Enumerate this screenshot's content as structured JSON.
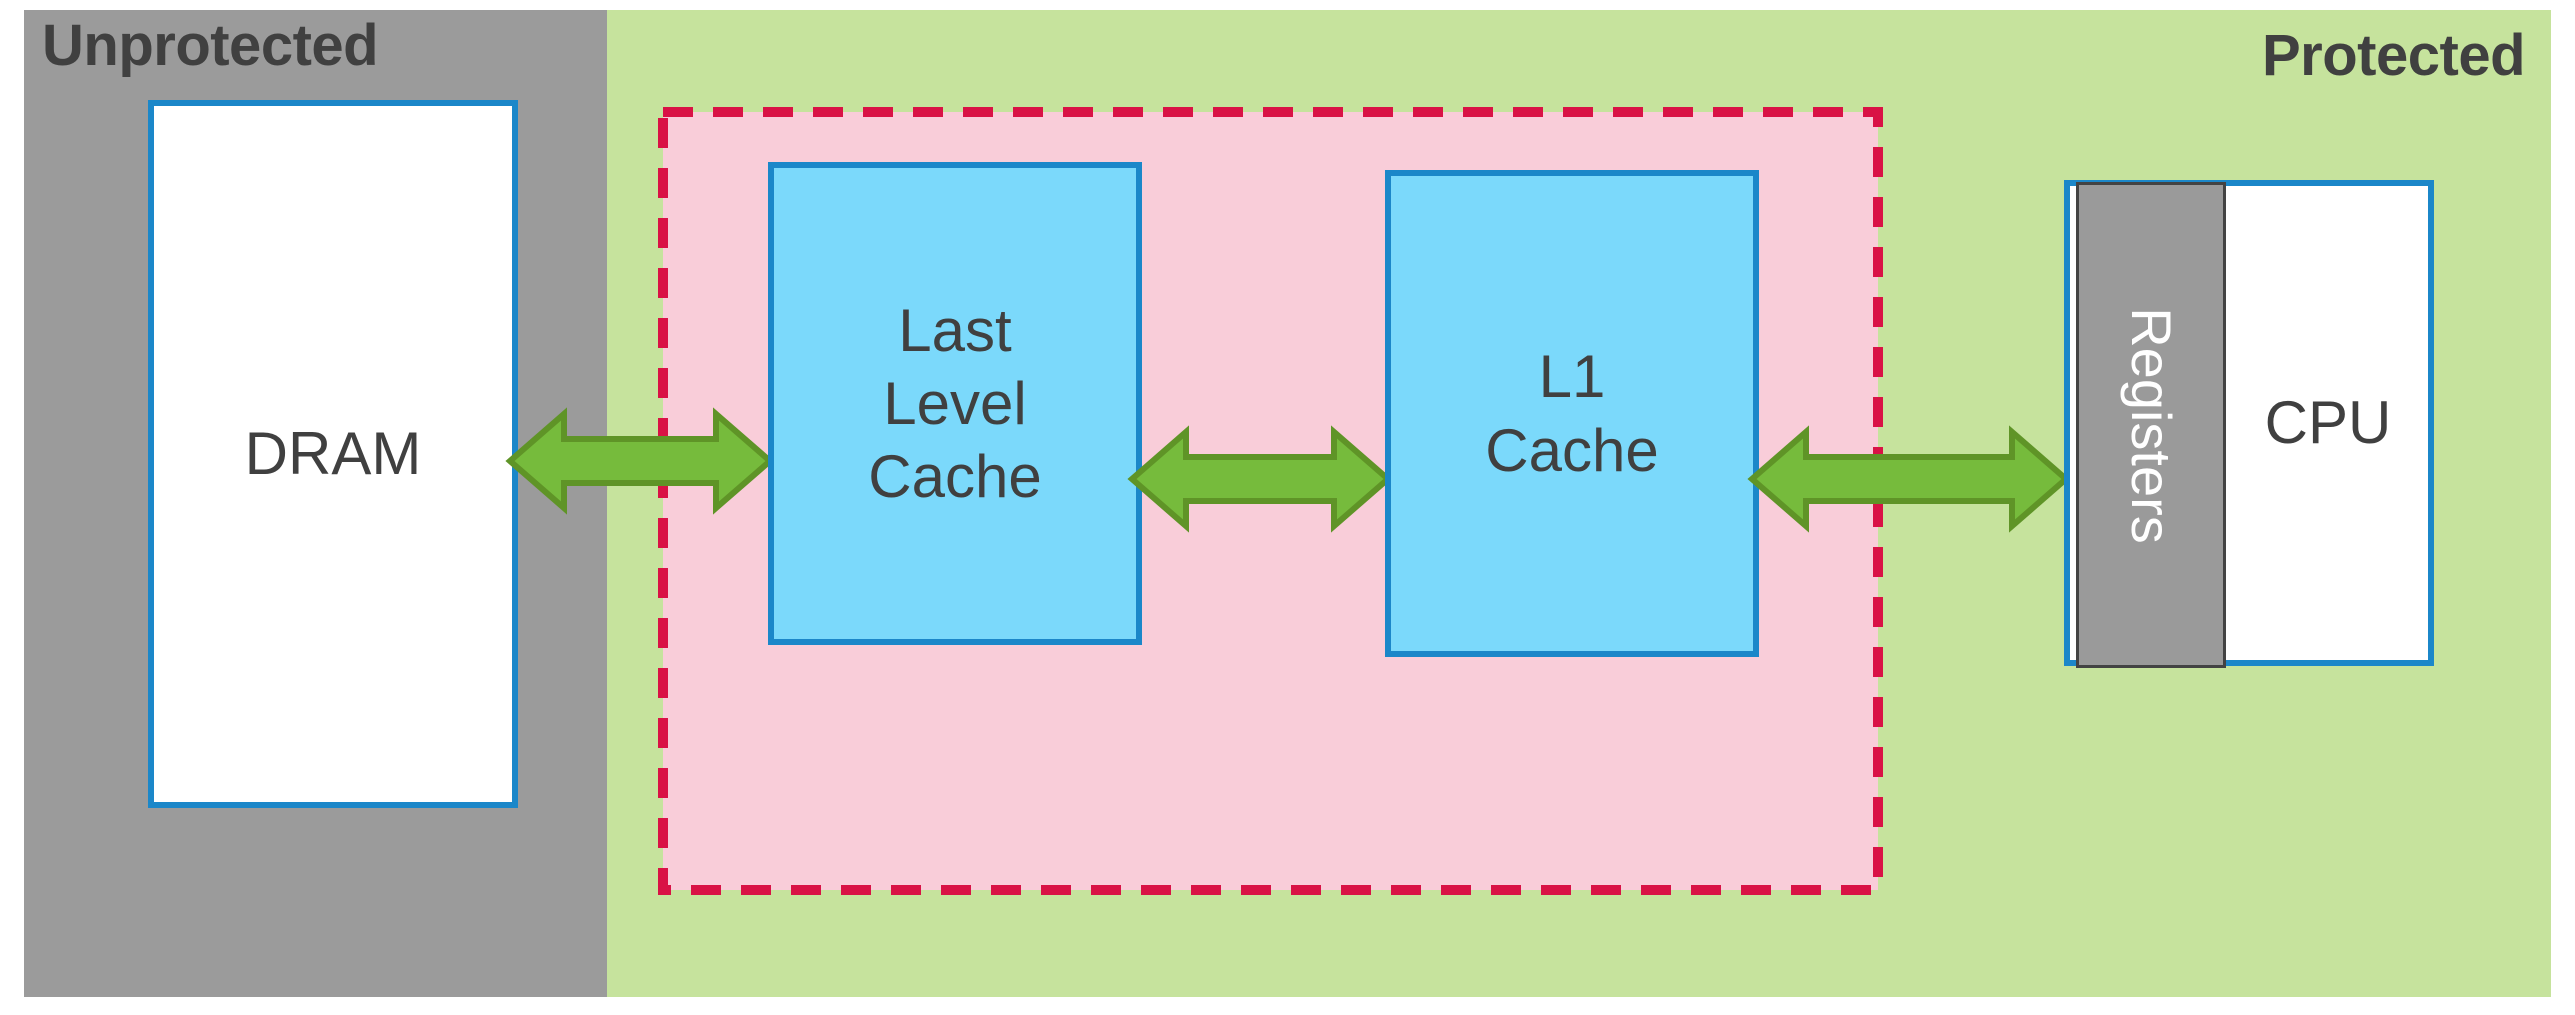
{
  "diagram": {
    "title_regions": {
      "unprotected": "Unprotected",
      "protected": "Protected"
    },
    "nodes": {
      "dram": "DRAM",
      "last_level_cache": "Last\nLevel\nCache",
      "l1_cache": "L1\nCache",
      "registers": "Registers",
      "cpu": "CPU"
    },
    "arrows": [
      {
        "name": "dram-to-last-level-cache",
        "style": "double-headed",
        "direction": "bidirectional"
      },
      {
        "name": "last-level-cache-to-l1-cache",
        "style": "double-headed",
        "direction": "bidirectional"
      },
      {
        "name": "l1-cache-to-registers",
        "style": "double-headed",
        "direction": "bidirectional"
      }
    ],
    "enclave": {
      "border_style": "dashed",
      "encloses": [
        "Last Level Cache",
        "L1 Cache"
      ]
    },
    "colors": {
      "unprotected_band": "#9b9b9b",
      "protected_band": "#c6e39d",
      "enclave_fill": "#f9cdd9",
      "enclave_border": "#d91245",
      "cache_fill": "#7bd9fb",
      "node_border": "#1b87c9",
      "arrow_fill": "#76bb3c",
      "arrow_border": "#5f9427",
      "registers_fill": "#9a9a9a",
      "registers_border": "#434343",
      "text": "#404040",
      "registers_text": "#ffffff",
      "plain_fill": "#ffffff"
    }
  }
}
